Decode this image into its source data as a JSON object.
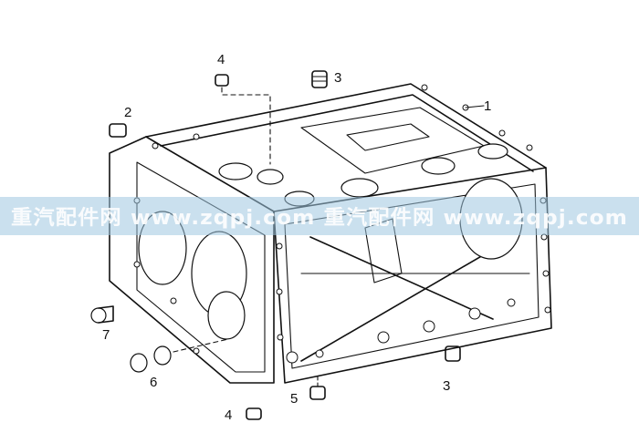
{
  "figure": {
    "callouts": [
      "1",
      "2",
      "3",
      "4",
      "5",
      "6",
      "7",
      "3",
      "4"
    ]
  },
  "watermark": {
    "text": "重汽配件网 www.zqpj.com 重汽配件网 www.zqpj.com",
    "color": "#9fc6e0"
  }
}
